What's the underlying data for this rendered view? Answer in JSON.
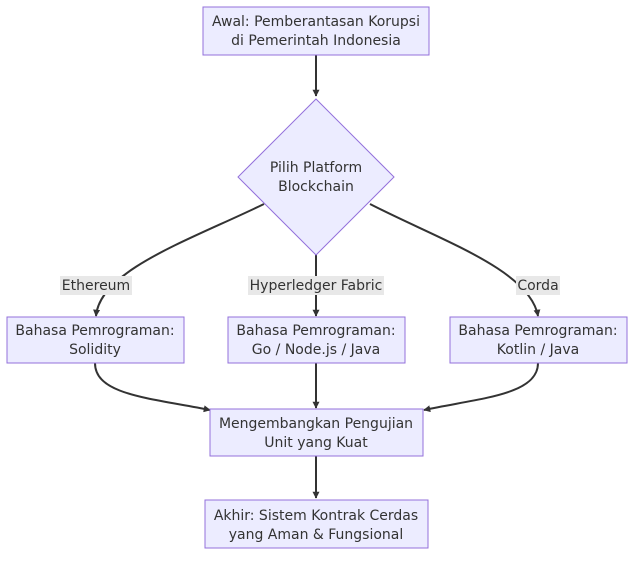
{
  "diagram": {
    "start": {
      "lines": [
        "Awal: Pemberantasan Korupsi",
        "di Pemerintah Indonesia"
      ]
    },
    "decision": {
      "lines": [
        "Pilih Platform",
        "Blockchain"
      ]
    },
    "edge_labels": {
      "ethereum": "Ethereum",
      "hyperledger": "Hyperledger Fabric",
      "corda": "Corda"
    },
    "lang_solidity": {
      "lines": [
        "Bahasa Pemrograman:",
        "Solidity"
      ]
    },
    "lang_go": {
      "lines": [
        "Bahasa Pemrograman:",
        "Go / Node.js / Java"
      ]
    },
    "lang_kotlin": {
      "lines": [
        "Bahasa Pemrograman:",
        "Kotlin / Java"
      ]
    },
    "testing": {
      "lines": [
        "Mengembangkan Pengujian",
        "Unit yang Kuat"
      ]
    },
    "end": {
      "lines": [
        "Akhir: Sistem Kontrak Cerdas",
        "yang Aman & Fungsional"
      ]
    },
    "colors": {
      "node_fill": "#ececff",
      "node_stroke": "#9370db",
      "edge": "#333333",
      "label_bg": "#e8e8e8",
      "text": "#333333"
    }
  }
}
